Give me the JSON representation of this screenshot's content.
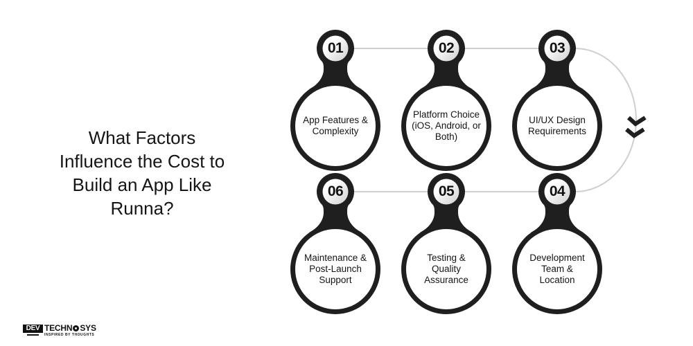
{
  "title": {
    "lines": [
      "What Factors",
      "Influence the Cost to",
      "Build an App Like",
      "Runna?"
    ]
  },
  "steps": [
    {
      "number": "01",
      "label_lines": [
        "App Features &",
        "Complexity"
      ]
    },
    {
      "number": "02",
      "label_lines": [
        "Platform Choice",
        "(iOS, Android, or",
        "Both)"
      ]
    },
    {
      "number": "03",
      "label_lines": [
        "UI/UX Design",
        "Requirements"
      ]
    },
    {
      "number": "04",
      "label_lines": [
        "Development",
        "Team &",
        "Location"
      ]
    },
    {
      "number": "05",
      "label_lines": [
        "Testing &",
        "Quality",
        "Assurance"
      ]
    },
    {
      "number": "06",
      "label_lines": [
        "Maintenance &",
        "Post-Launch",
        "Support"
      ]
    }
  ],
  "flow": {
    "order": [
      "01",
      "02",
      "03",
      "04",
      "05",
      "06"
    ],
    "turn_icon": "double-chevron-down-icon"
  },
  "logo": {
    "box_text": "DEV",
    "name_left": "TECHN",
    "name_icon": "brain-gear-icon",
    "name_right": "SYS",
    "tagline": "INSPIRED BY THOUGHTS"
  },
  "colors": {
    "background": "#ffffff",
    "node_dark": "#1f1f1f",
    "connector": "#cfcfcf",
    "text": "#111111",
    "badge_gradient": [
      "#ffffff",
      "#cfcfcf"
    ]
  }
}
